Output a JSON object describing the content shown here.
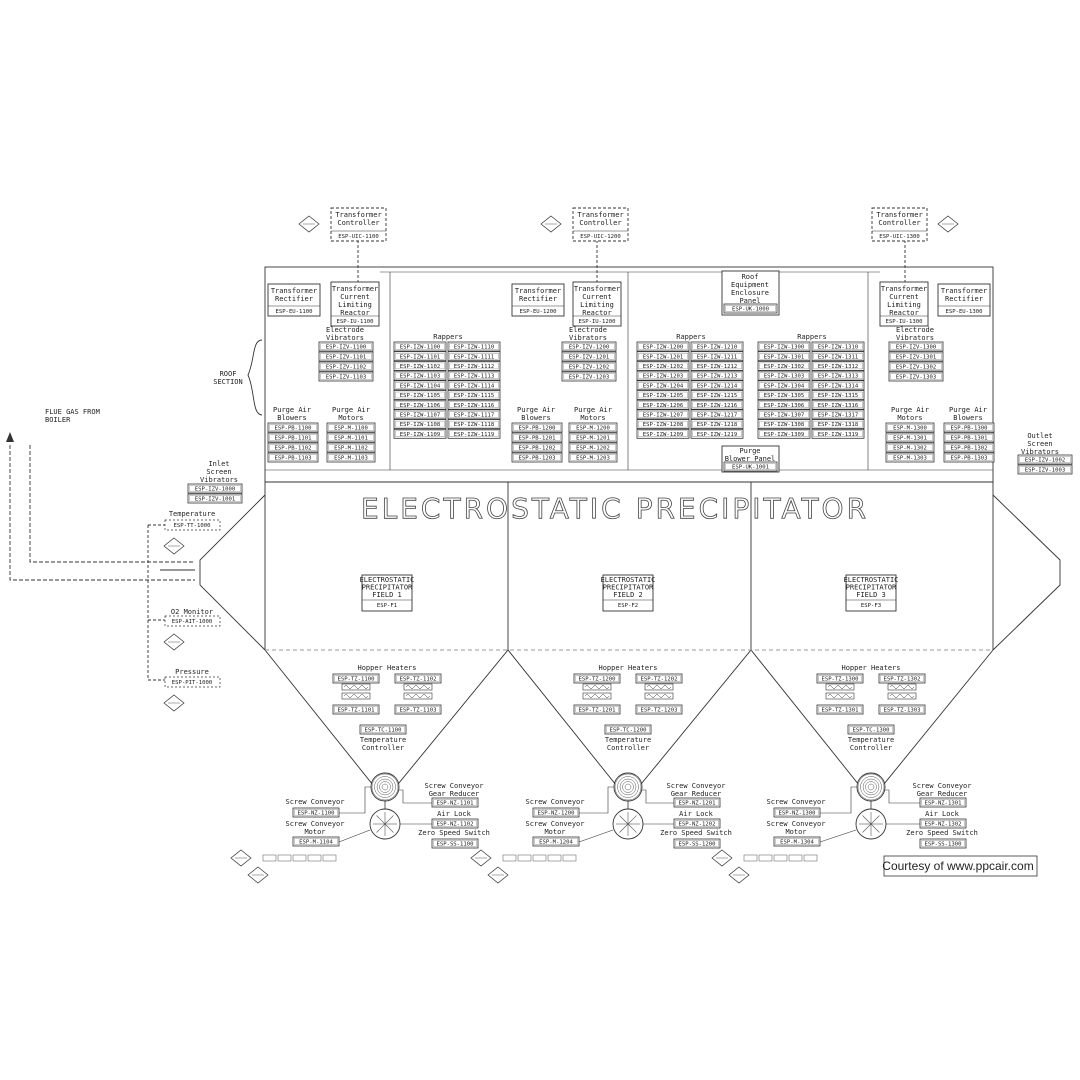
{
  "title": "ELECTROSTATIC PRECIPITATOR",
  "credit": "Courtesy of www.ppcair.com",
  "roof_section": "ROOF SECTION",
  "flue_gas": "FLUE GAS FROM BOILER",
  "roof_panel": {
    "label": "Roof Equipment Enclosure Panel",
    "tag": "ESP-UK-1000"
  },
  "purge_blower_panel": {
    "label": "Purge Blower Panel",
    "tag": "ESP-UK-1001"
  },
  "sections": [
    {
      "controller": {
        "label": "Transformer Controller",
        "tag": "ESP-UIC-1100"
      },
      "rectifier": {
        "label": "Transformer Rectifier",
        "tag": "ESP-EU-1100"
      },
      "reactor": {
        "label": "Transformer Current Limiting Reactor",
        "tag": "ESP-IU-1100"
      },
      "vib_label": "Electrode Vibrators",
      "vibrators": [
        "ESP-IZV-1100",
        "ESP-IZV-1101",
        "ESP-IZV-1102",
        "ESP-IZV-1103"
      ],
      "blowers_label": "Purge Air Blowers",
      "blowers": [
        "ESP-PB-1100",
        "ESP-PB-1101",
        "ESP-PB-1102",
        "ESP-PB-1103"
      ],
      "motors_label": "Purge Air Motors",
      "motors": [
        "ESP-M-1100",
        "ESP-M-1101",
        "ESP-M-1102",
        "ESP-M-1103"
      ],
      "field": {
        "label": "ELECTROSTATIC PRECIPITATOR FIELD 1",
        "tag": "ESP-F1"
      },
      "heaters_label": "Hopper Heaters",
      "heaters": [
        "ESP-TZ-1100",
        "ESP-TZ-1102",
        "ESP-TZ-1101",
        "ESP-TZ-1103"
      ],
      "temp_ctrl": {
        "tag": "ESP-TC-1100",
        "label": "Temperature Controller"
      },
      "screw_conveyor": {
        "label": "Screw Conveyor",
        "tag": "ESP-NZ-1100"
      },
      "screw_motor": {
        "label": "Screw Conveyor Motor",
        "tag": "ESP-M-1104"
      },
      "gear_reducer": {
        "label": "Screw Conveyor Gear Reducer",
        "tag": "ESP-NZ-1101"
      },
      "air_lock": {
        "label": "Air Lock",
        "tag": "ESP-NZ-1102"
      },
      "zero_speed": {
        "label": "Zero Speed Switch",
        "tag": "ESP-SS-1100"
      }
    },
    {
      "controller": {
        "label": "Transformer Controller",
        "tag": "ESP-UIC-1200"
      },
      "rectifier": {
        "label": "Transformer Rectifier",
        "tag": "ESP-EU-1200"
      },
      "reactor": {
        "label": "Transformer Current Limiting Reactor",
        "tag": "ESP-IU-1200"
      },
      "vib_label": "Electrode Vibrators",
      "vibrators": [
        "ESP-IZV-1200",
        "ESP-IZV-1201",
        "ESP-IZV-1202",
        "ESP-IZV-1203"
      ],
      "blowers_label": "Purge Air Blowers",
      "blowers": [
        "ESP-PB-1200",
        "ESP-PB-1201",
        "ESP-PB-1202",
        "ESP-PB-1203"
      ],
      "motors_label": "Purge Air Motors",
      "motors": [
        "ESP-M-1200",
        "ESP-M-1201",
        "ESP-M-1202",
        "ESP-M-1203"
      ],
      "field": {
        "label": "ELECTROSTATIC PRECIPITATOR FIELD 2",
        "tag": "ESP-F2"
      },
      "heaters_label": "Hopper Heaters",
      "heaters": [
        "ESP-TZ-1200",
        "ESP-TZ-1202",
        "ESP-TZ-1201",
        "ESP-TZ-1203"
      ],
      "temp_ctrl": {
        "tag": "ESP-TC-1200",
        "label": "Temperature Controller"
      },
      "screw_conveyor": {
        "label": "Screw Conveyor",
        "tag": "ESP-NZ-1200"
      },
      "screw_motor": {
        "label": "Screw Conveyor Motor",
        "tag": "ESP-M-1204"
      },
      "gear_reducer": {
        "label": "Screw Conveyor Gear Reducer",
        "tag": "ESP-NZ-1201"
      },
      "air_lock": {
        "label": "Air Lock",
        "tag": "ESP-NZ-1202"
      },
      "zero_speed": {
        "label": "Zero Speed Switch",
        "tag": "ESP-SS-1200"
      }
    },
    {
      "controller": {
        "label": "Transformer Controller",
        "tag": "ESP-UIC-1300"
      },
      "rectifier": {
        "label": "Transformer Rectifier",
        "tag": "ESP-EU-1300"
      },
      "reactor": {
        "label": "Transformer Current Limiting Reactor",
        "tag": "ESP-IU-1300"
      },
      "vib_label": "Electrode Vibrators",
      "vibrators": [
        "ESP-IZV-1300",
        "ESP-IZV-1301",
        "ESP-IZV-1302",
        "ESP-IZV-1303"
      ],
      "blowers_label": "Purge Air Blowers",
      "blowers": [
        "ESP-PB-1300",
        "ESP-PB-1301",
        "ESP-PB-1302",
        "ESP-PB-1303"
      ],
      "motors_label": "Purge Air Motors",
      "motors": [
        "ESP-M-1300",
        "ESP-M-1301",
        "ESP-M-1302",
        "ESP-M-1303"
      ],
      "field": {
        "label": "ELECTROSTATIC PRECIPITATOR FIELD 3",
        "tag": "ESP-F3"
      },
      "heaters_label": "Hopper Heaters",
      "heaters": [
        "ESP-TZ-1300",
        "ESP-TZ-1302",
        "ESP-TZ-1301",
        "ESP-TZ-1303"
      ],
      "temp_ctrl": {
        "tag": "ESP-TC-1300",
        "label": "Temperature Controller"
      },
      "screw_conveyor": {
        "label": "Screw Conveyor",
        "tag": "ESP-NZ-1300"
      },
      "screw_motor": {
        "label": "Screw Conveyor Motor",
        "tag": "ESP-M-1304"
      },
      "gear_reducer": {
        "label": "Screw Conveyor Gear Reducer",
        "tag": "ESP-NZ-1301"
      },
      "air_lock": {
        "label": "Air Lock",
        "tag": "ESP-NZ-1302"
      },
      "zero_speed": {
        "label": "Zero Speed Switch",
        "tag": "ESP-SS-1300"
      }
    }
  ],
  "rappers": [
    {
      "label": "Rappers",
      "tags": [
        "ESP-IZW-1100",
        "ESP-IZW-1110",
        "ESP-IZW-1101",
        "ESP-IZW-1111",
        "ESP-IZW-1102",
        "ESP-IZW-1112",
        "ESP-IZW-1103",
        "ESP-IZW-1113",
        "ESP-IZW-1104",
        "ESP-IZW-1114",
        "ESP-IZW-1105",
        "ESP-IZW-1115",
        "ESP-IZW-1106",
        "ESP-IZW-1116",
        "ESP-IZW-1107",
        "ESP-IZW-1117",
        "ESP-IZW-1108",
        "ESP-IZW-1118",
        "ESP-IZW-1109",
        "ESP-IZW-1119"
      ]
    },
    {
      "label": "Rappers",
      "tags": [
        "ESP-IZW-1200",
        "ESP-IZW-1210",
        "ESP-IZW-1201",
        "ESP-IZW-1211",
        "ESP-IZW-1202",
        "ESP-IZW-1212",
        "ESP-IZW-1203",
        "ESP-IZW-1213",
        "ESP-IZW-1204",
        "ESP-IZW-1214",
        "ESP-IZW-1205",
        "ESP-IZW-1215",
        "ESP-IZW-1206",
        "ESP-IZW-1216",
        "ESP-IZW-1207",
        "ESP-IZW-1217",
        "ESP-IZW-1208",
        "ESP-IZW-1218",
        "ESP-IZW-1209",
        "ESP-IZW-1219"
      ]
    },
    {
      "label": "Rappers",
      "tags": [
        "ESP-IZW-1300",
        "ESP-IZW-1310",
        "ESP-IZW-1301",
        "ESP-IZW-1311",
        "ESP-IZW-1302",
        "ESP-IZW-1312",
        "ESP-IZW-1303",
        "ESP-IZW-1313",
        "ESP-IZW-1304",
        "ESP-IZW-1314",
        "ESP-IZW-1305",
        "ESP-IZW-1315",
        "ESP-IZW-1306",
        "ESP-IZW-1316",
        "ESP-IZW-1307",
        "ESP-IZW-1317",
        "ESP-IZW-1308",
        "ESP-IZW-1318",
        "ESP-IZW-1309",
        "ESP-IZW-1319"
      ]
    }
  ],
  "inlet": {
    "vib_label": "Inlet Screen Vibrators",
    "vibrators": [
      "ESP-IZV-1000",
      "ESP-IZV-1001"
    ],
    "temperature": {
      "label": "Temperature",
      "tag": "ESP-TT-1000"
    },
    "o2": {
      "label": "O2 Monitor",
      "tag": "ESP-AIT-1000"
    },
    "pressure": {
      "label": "Pressure",
      "tag": "ESP-PIT-1000"
    }
  },
  "outlet": {
    "vib_label": "Outlet Screen Vibrators",
    "vibrators": [
      "ESP-IZV-1002",
      "ESP-IZV-1003"
    ]
  }
}
